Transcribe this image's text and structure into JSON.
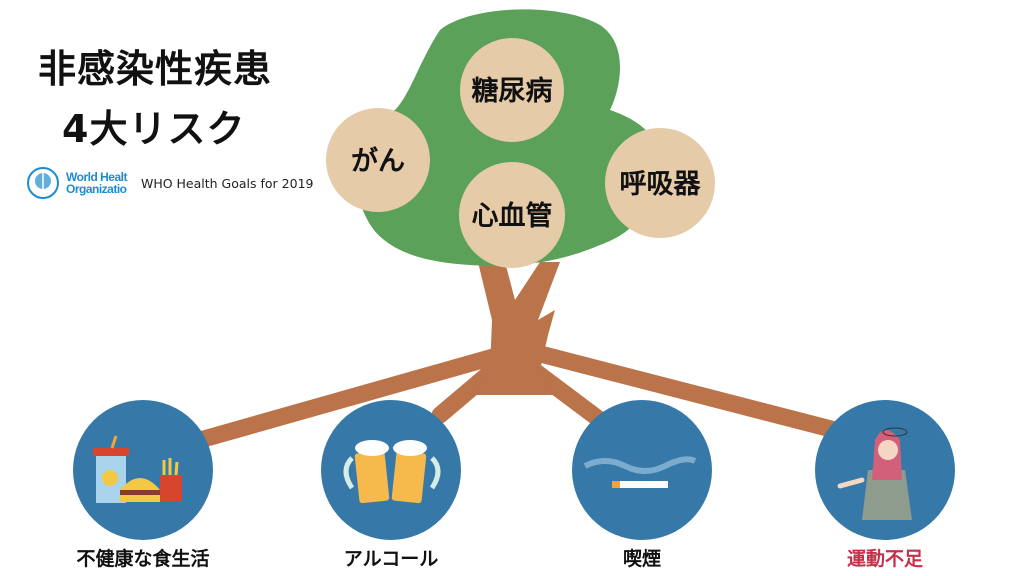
{
  "title": {
    "line1": "非感染性疾患",
    "line2": "4大リスク"
  },
  "who": {
    "logo_line1": "World Healt",
    "logo_line2": "Organizatio",
    "caption": "WHO Health Goals for 2019"
  },
  "diseases": [
    {
      "label": "がん"
    },
    {
      "label": "糖尿病"
    },
    {
      "label": "心血管"
    },
    {
      "label": "呼吸器"
    }
  ],
  "risks": [
    {
      "label": "不健康な食生活",
      "color": "#111111"
    },
    {
      "label": "アルコール",
      "color": "#111111"
    },
    {
      "label": "喫煙",
      "color": "#111111"
    },
    {
      "label": "運動不足",
      "color": "#c8304a"
    }
  ],
  "colors": {
    "canopy": "#5ba15a",
    "disease_circle": "#e6cba8",
    "trunk": "#bb734a",
    "risk_circle": "#3679a8"
  }
}
